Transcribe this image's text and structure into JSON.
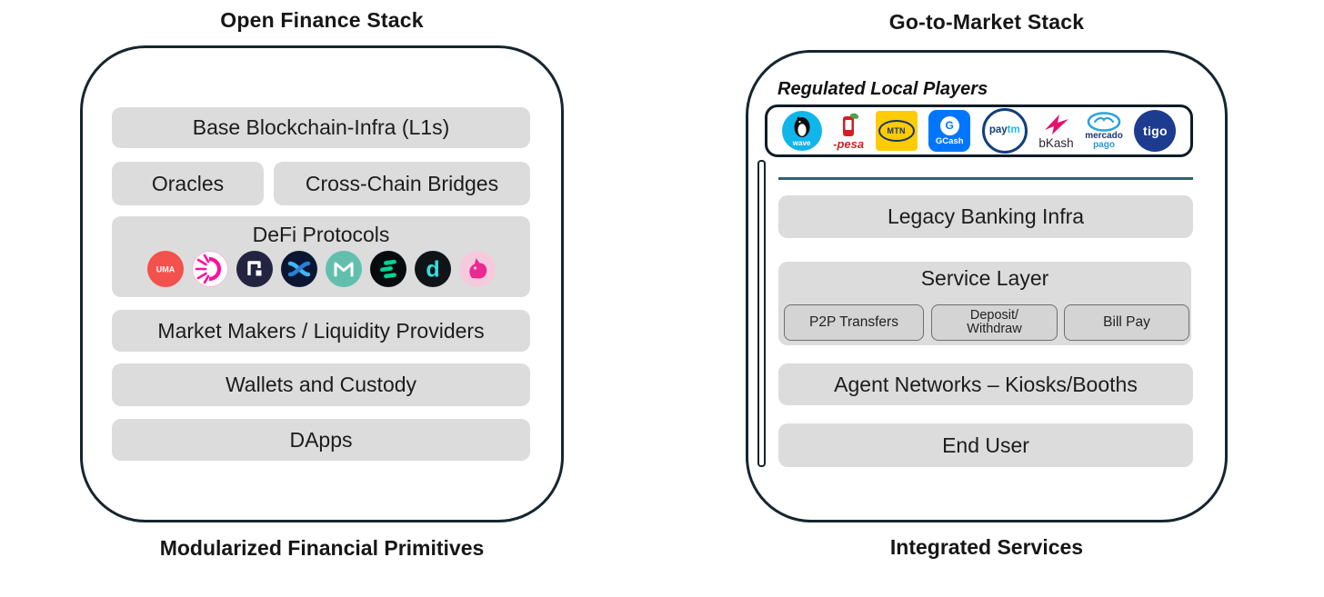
{
  "left_stack": {
    "title": "Open Finance Stack",
    "caption": "Modularized Financial Primitives",
    "boxes": {
      "base": "Base Blockchain-Infra (L1s)",
      "oracles": "Oracles",
      "bridges": "Cross-Chain Bridges",
      "defi_title": "DeFi Protocols",
      "market_makers": "Market Makers / Liquidity Providers",
      "wallets": "Wallets and Custody",
      "dapps": "DApps"
    },
    "defi_logos": [
      {
        "name": "uma-icon",
        "label": "UMA"
      },
      {
        "name": "defichain-icon"
      },
      {
        "name": "paxos-icon"
      },
      {
        "name": "synthetix-icon"
      },
      {
        "name": "maker-icon"
      },
      {
        "name": "compound-icon"
      },
      {
        "name": "dharma-icon",
        "glyph": "d"
      },
      {
        "name": "uniswap-icon"
      }
    ]
  },
  "right_stack": {
    "title": "Go-to-Market Stack",
    "caption": "Integrated Services",
    "regulated_label": "Regulated Local Players",
    "player_logos": [
      {
        "name": "wave-icon",
        "label": "wave"
      },
      {
        "name": "mpesa-icon",
        "label": "-pesa"
      },
      {
        "name": "mtn-icon",
        "label": "MTN"
      },
      {
        "name": "gcash-icon",
        "g": "G",
        "label": "GCash"
      },
      {
        "name": "paytm-icon",
        "part1": "pay",
        "part2": "tm"
      },
      {
        "name": "bkash-icon",
        "label": "bKash"
      },
      {
        "name": "mercadopago-icon",
        "line1": "mercado",
        "line2": "pago"
      },
      {
        "name": "tigo-icon",
        "label": "tigo"
      }
    ],
    "boxes": {
      "legacy": "Legacy Banking Infra",
      "service_layer": "Service Layer",
      "p2p": "P2P Transfers",
      "deposit_line1": "Deposit/",
      "deposit_line2": "Withdraw",
      "bill_pay": "Bill Pay",
      "agents": "Agent Networks – Kiosks/Booths",
      "end_user": "End User"
    }
  },
  "colors": {
    "container_border": "#15262f",
    "box_fill": "#dcdcdc",
    "divider_teal": "#2e6173",
    "uma_red": "#f4504c",
    "defichain_pink": "#ff0ea1",
    "synthetix_blue": "#3fb7f6",
    "maker_teal": "#62bfae",
    "compound_green": "#00d395",
    "uniswap_pink": "#f6cadd",
    "wave_cyan": "#10b5ea",
    "mpesa_red": "#d41f26",
    "mtn_yellow": "#ffcb05",
    "gcash_blue": "#0076ff",
    "paytm_navy": "#123f7b",
    "bkash_magenta": "#e2136e",
    "mercado_blue": "#2aa3df",
    "tigo_navy": "#1d3c8f"
  }
}
